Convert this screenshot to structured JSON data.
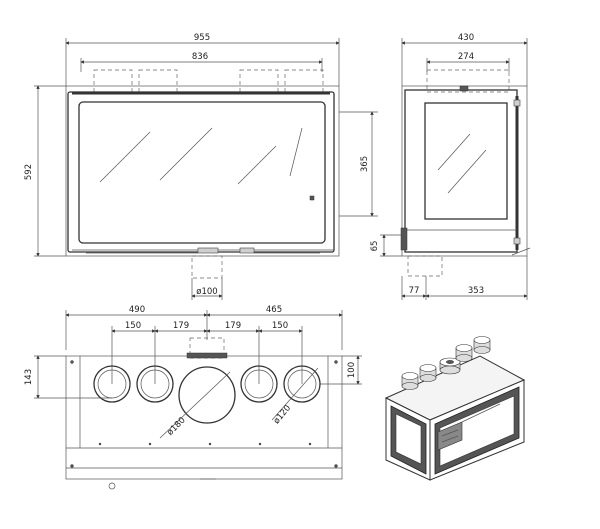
{
  "front_view": {
    "width_total": "955",
    "width_inner": "836",
    "height_total": "592",
    "glass_height": "365",
    "pipe_diameter": "ø100"
  },
  "side_view": {
    "depth_total": "430",
    "depth_inner": "274",
    "bottom_offset": "65",
    "base_front": "77",
    "base_depth": "353"
  },
  "top_view": {
    "left_half": "490",
    "right_half": "465",
    "spacing_left_outer": "150",
    "spacing_left_inner": "179",
    "spacing_right_inner": "179",
    "spacing_right_outer": "150",
    "side_offset": "143",
    "right_offset": "100",
    "center_duct_diameter": "ø180",
    "side_duct_diameter": "ø120"
  }
}
